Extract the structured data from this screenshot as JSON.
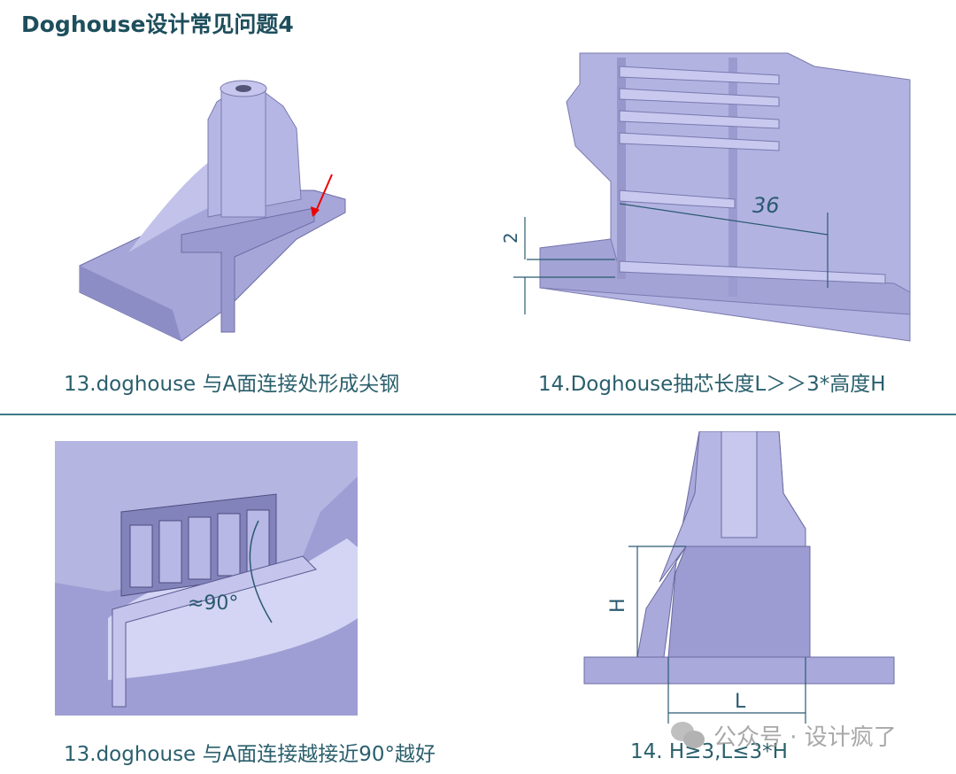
{
  "title": "Doghouse设计常见问题4",
  "panels": [
    {
      "caption": "13.doghouse 与A面连接处形成尖钢"
    },
    {
      "caption": "14.Doghouse抽芯长度L＞＞3*高度H",
      "dims": {
        "length": "36",
        "height": "2"
      }
    },
    {
      "caption": "13.doghouse 与A面连接越接近90°越好",
      "angle": "≈90°"
    },
    {
      "caption": "14. H≥3,L≤3*H",
      "dims": {
        "h": "H",
        "l": "L"
      }
    }
  ],
  "watermark": "公众号 · 设计疯了",
  "colors": {
    "part": "#a9a9dc",
    "title": "#1d4e5c",
    "dim": "#2a5a70"
  }
}
